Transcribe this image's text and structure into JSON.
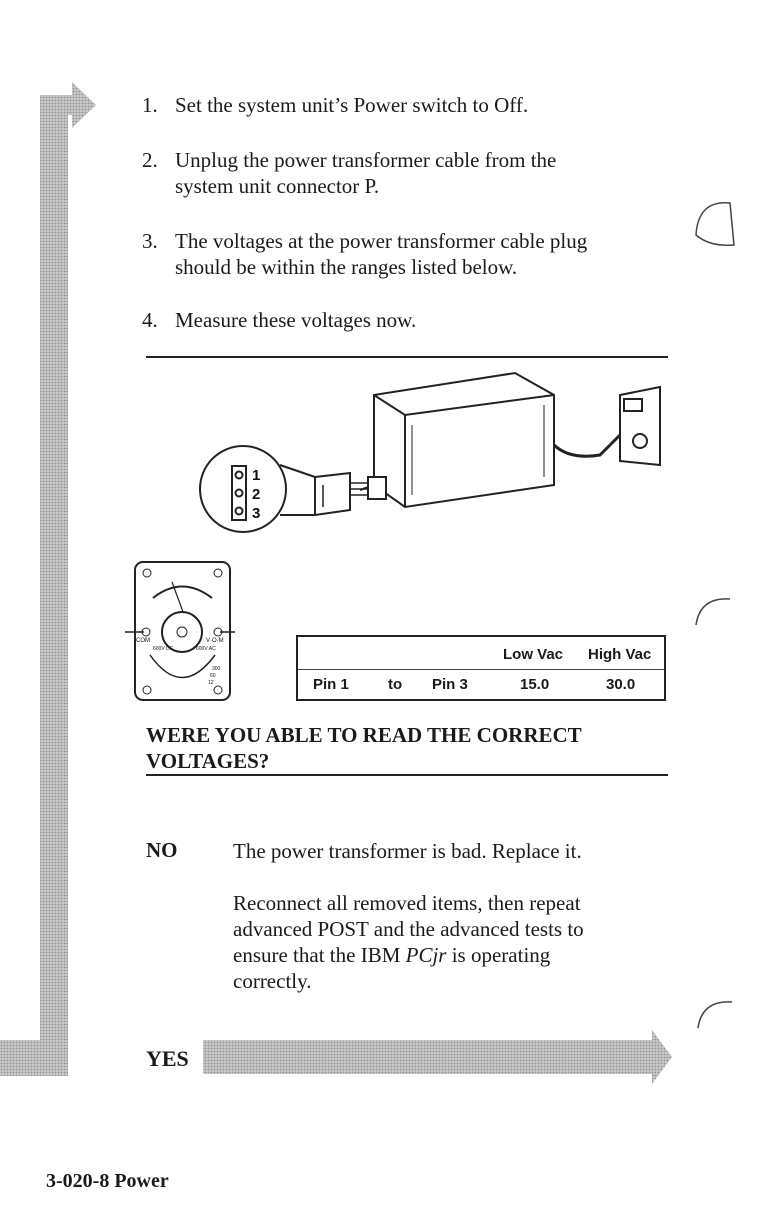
{
  "steps": [
    {
      "num": "1.",
      "text": "Set the system unit’s Power switch to Off."
    },
    {
      "num": "2.",
      "text": "Unplug the power transformer cable from the system unit connector P."
    },
    {
      "num": "3.",
      "text": "The voltages at the power transformer cable plug should be within the ranges listed below."
    },
    {
      "num": "4.",
      "text": "Measure these voltages now."
    }
  ],
  "figure": {
    "pins": [
      "1",
      "2",
      "3"
    ],
    "meter": {
      "com_label": "COM",
      "vom_label": "V·O·M",
      "dc_label": "600V DC",
      "ac_label": "600V AC",
      "range_labels": [
        "300",
        "60",
        "12"
      ]
    }
  },
  "voltage_table": {
    "header_low": "Low Vac",
    "header_high": "High Vac",
    "from_pin": "Pin 1",
    "to_word": "to",
    "to_pin": "Pin 3",
    "low": "15.0",
    "high": "30.0"
  },
  "question": "WERE YOU ABLE TO READ THE CORRECT VOLTAGES?",
  "answers": {
    "no_label": "NO",
    "no_text_1": "The power transformer is bad. Replace it.",
    "no_text_2": "Reconnect all removed items, then repeat advanced POST and the advanced tests to ensure that the IBM",
    "no_text_2_product": "PCjr",
    "no_text_2_end": "is operating correctly.",
    "yes_label": "YES"
  },
  "footer": "3-020-8 Power",
  "colors": {
    "halftone": "#b8b8b8",
    "ink": "#1a1a1a"
  }
}
